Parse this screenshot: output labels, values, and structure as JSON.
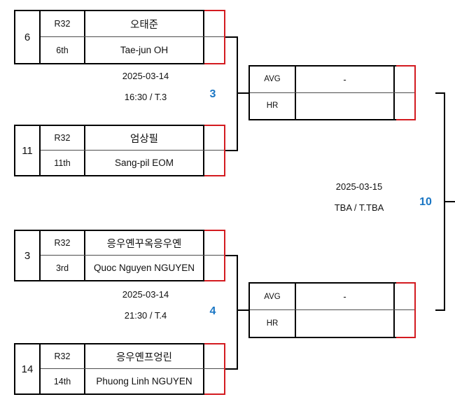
{
  "colors": {
    "highlight_red": "#d31b20",
    "score_blue": "#1a76c4",
    "line_black": "#000000"
  },
  "round1": {
    "matches": [
      {
        "match_score": "3",
        "info_date": "2025-03-14",
        "info_time": "16:30 / T.3",
        "players": [
          {
            "seed": "6",
            "round_tag": "R32",
            "rank": "6th",
            "name_kr": "오태준",
            "name_en": "Tae-jun OH",
            "score": ""
          },
          {
            "seed": "11",
            "round_tag": "R32",
            "rank": "11th",
            "name_kr": "엄상필",
            "name_en": "Sang-pil EOM",
            "score": ""
          }
        ]
      },
      {
        "match_score": "4",
        "info_date": "2025-03-14",
        "info_time": "21:30 / T.4",
        "players": [
          {
            "seed": "3",
            "round_tag": "R32",
            "rank": "3rd",
            "name_kr": "응우옌꾸옥응우옌",
            "name_en": "Quoc Nguyen NGUYEN",
            "score": ""
          },
          {
            "seed": "14",
            "round_tag": "R32",
            "rank": "14th",
            "name_kr": "응우옌프엉린",
            "name_en": "Phuong Linh NGUYEN",
            "score": ""
          }
        ]
      }
    ]
  },
  "round2": {
    "match_score": "10",
    "info_date": "2025-03-15",
    "info_time": "TBA / T.TBA",
    "boxes": [
      {
        "rows": [
          {
            "label": "AVG",
            "value": "-",
            "score": ""
          },
          {
            "label": "HR",
            "value": "",
            "score": ""
          }
        ]
      },
      {
        "rows": [
          {
            "label": "AVG",
            "value": "-",
            "score": ""
          },
          {
            "label": "HR",
            "value": "",
            "score": ""
          }
        ]
      }
    ]
  }
}
